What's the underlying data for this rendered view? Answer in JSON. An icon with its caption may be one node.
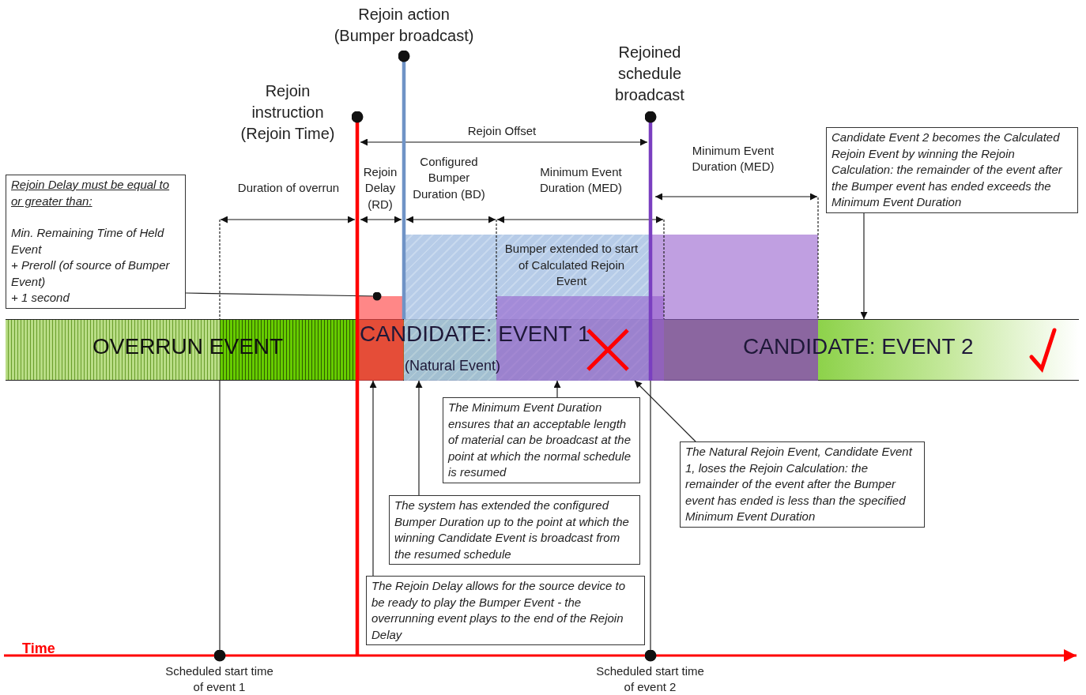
{
  "diagram": {
    "nodes": [
      {
        "text": [
          "Rejoin Delay must be equal to or greater than:",
          "Min. Remaining Time of Held Event",
          "+ Preroll (of source of Bumper Event)",
          "+ 1 second"
        ]
      },
      {
        "text": [
          "Candidate Event 2 becomes the Calculated Rejoin Event by winning the Rejoin Calculation: the remainder of the event after the Bumper event has ended exceeds the Minimum Event Duration"
        ]
      },
      {
        "text": [
          "Bumper extended to start of Calculated Rejoin Event"
        ]
      },
      {
        "text": [],
        "shape": "bar"
      },
      {
        "text": [
          "OVERRUN EVENT"
        ]
      },
      {
        "text": [
          "CANDIDATE: EVENT 1",
          "(Natural Event)"
        ]
      },
      {
        "text": [
          "CANDIDATE: EVENT 2"
        ]
      },
      {
        "text": [
          "The Minimum Event Duration ensures that an acceptable length of material can be broadcast at the point at which the normal schedule is resumed"
        ]
      },
      {
        "text": [
          "The Natural Rejoin Event, Candidate Event 1, loses the Rejoin Calculation: the remainder of the event after the Bumper event has ended is less than the specified Minimum Event Duration"
        ]
      },
      {
        "text": [
          "The system has extended the configured Bumper Duration up to the point at which the winning Candidate Event is broadcast from the resumed schedule"
        ]
      },
      {
        "text": [
          "The Rejoin Delay allows for the source device to be ready to play the Bumper Event - the overrunning  event plays to the end of the Rejoin Delay"
        ]
      },
      {
        "text": [
          "Rejoin action (Bumper broadcast)"
        ]
      },
      {
        "text": [
          "Rejoined schedule broadcast"
        ]
      },
      {
        "text": [
          "Rejoin instruction (Rejoin Time)"
        ]
      },
      {
        "text": [
          "Scheduled start time of event 1"
        ]
      },
      {
        "text": [
          "Scheduled start time of event 2"
        ]
      }
    ],
    "edges": [
      {
        "from": 0,
        "to": 3,
        "arrow": "other"
      },
      {
        "from": 1,
        "to": 6,
        "arrow": "to"
      },
      {
        "from": 7,
        "to": 5,
        "arrow": "to"
      },
      {
        "from": 9,
        "to": 5,
        "arrow": "to"
      },
      {
        "from": 10,
        "to": 3,
        "arrow": "to"
      },
      {
        "from": 8,
        "to": 5,
        "arrow": "to"
      },
      {
        "from": 11,
        "to": 2,
        "arrow": "other",
        "style": "thick",
        "color": "#6f93c6"
      },
      {
        "from": 12,
        "to": 6,
        "arrow": "other",
        "style": "thick",
        "color": "#7a3fc0"
      },
      {
        "from": 13,
        "to": null,
        "arrow": "other",
        "style": "thick",
        "color": "#ff0000"
      },
      {
        "from": 14,
        "to": 4,
        "arrow": "other"
      },
      {
        "from": 15,
        "to": 6,
        "arrow": "other"
      }
    ],
    "labels": [
      "Rejoin Offset",
      "Minimum Event Duration (MED)",
      "Duration of overrun",
      "Rejoin Delay (RD)",
      "Configured Bumper Duration (BD)",
      "Minimum Event Duration (MED)",
      "Time"
    ]
  }
}
